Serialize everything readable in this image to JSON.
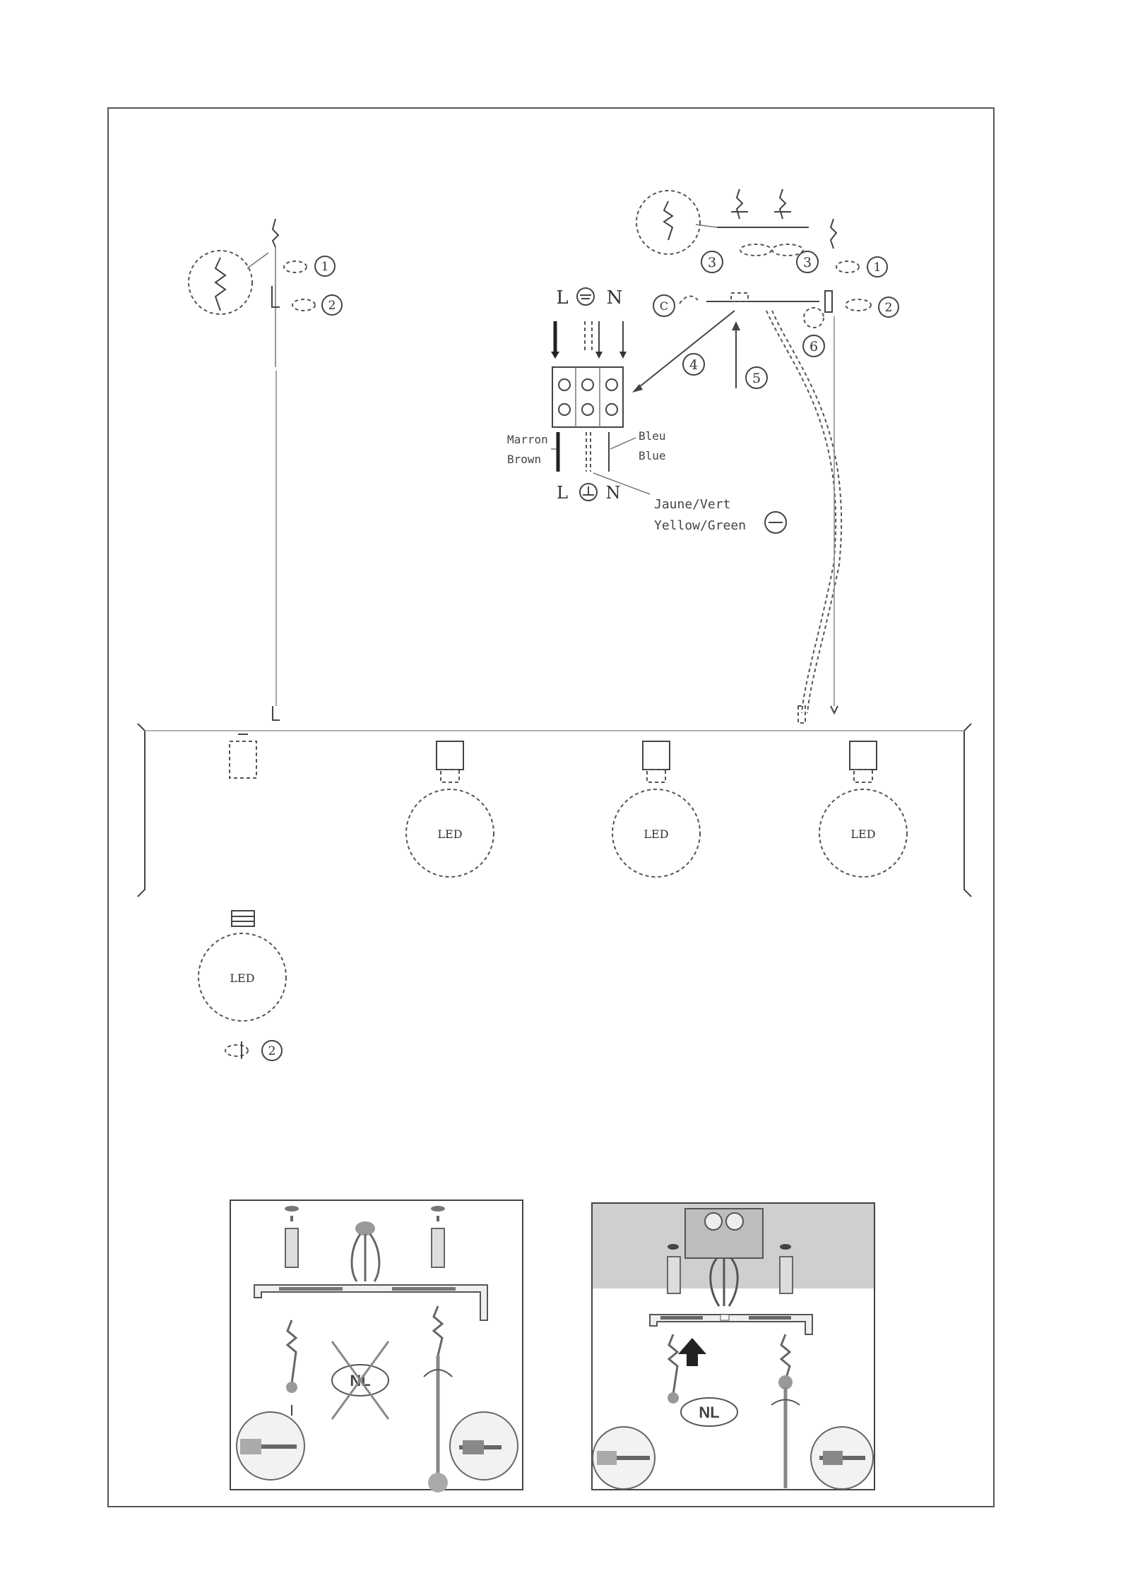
{
  "wiring": {
    "top_L": "L",
    "top_N": "N",
    "bottom_L": "L",
    "bottom_N": "N",
    "brown_fr": "Marron",
    "brown_en": "Brown",
    "blue_fr": "Bleu",
    "blue_en": "Blue",
    "ground_fr": "Jaune/Vert",
    "ground_en": "Yellow/Green"
  },
  "steps": {
    "s1_left": "1",
    "s2_left": "2",
    "s1_right": "1",
    "s2_right": "2",
    "s3_a": "3",
    "s3_b": "3",
    "s4": "4",
    "s5": "5",
    "s6": "6",
    "s_c": "C",
    "s2_bulb": "2"
  },
  "bulbs": {
    "label": "LED"
  },
  "panels": {
    "left_badge": "NL",
    "right_badge": "NL"
  },
  "colors": {
    "line": "#444444",
    "ceiling": "#cfcfcf"
  }
}
